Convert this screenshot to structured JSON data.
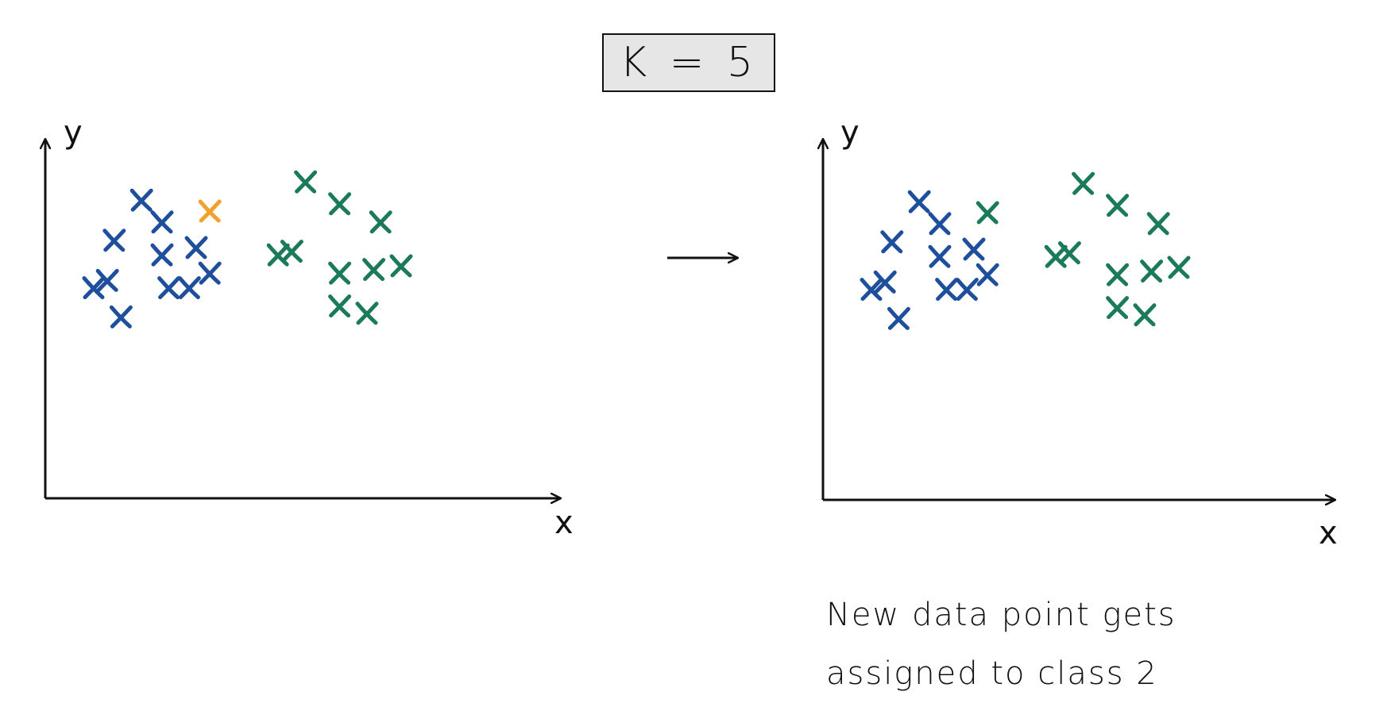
{
  "header": {
    "k_label": "K = 5"
  },
  "colors": {
    "class1": "#1e4f9c",
    "class2": "#1b7a5a",
    "new_point": "#f2a12c",
    "axis": "#111111"
  },
  "panels": {
    "left": {
      "x_label": "x",
      "y_label": "y"
    },
    "right": {
      "x_label": "x",
      "y_label": "y"
    }
  },
  "arrow": {
    "icon": "right-arrow-icon"
  },
  "caption": {
    "line1": "New data point gets",
    "line2": "assigned to class 2"
  },
  "before": {
    "class1": [
      [
        -8,
        73
      ],
      [
        -12,
        62
      ],
      [
        -5,
        58
      ],
      [
        -1,
        49
      ],
      [
        2,
        53
      ],
      [
        0,
        60
      ],
      [
        -4,
        49
      ],
      [
        -11,
        41
      ],
      [
        -13,
        51
      ],
      [
        -5,
        67
      ],
      [
        -15,
        49
      ]
    ],
    "class2": [
      [
        16,
        78
      ],
      [
        21,
        72
      ],
      [
        27,
        67
      ],
      [
        12,
        58
      ],
      [
        14,
        59
      ],
      [
        26,
        54
      ],
      [
        21,
        53
      ],
      [
        25,
        42
      ],
      [
        30,
        55
      ],
      [
        21,
        44
      ]
    ],
    "new_point": [
      [
        2,
        70
      ]
    ]
  },
  "after": {
    "class1": [
      [
        -8,
        73
      ],
      [
        -12,
        62
      ],
      [
        -5,
        58
      ],
      [
        -1,
        49
      ],
      [
        2,
        53
      ],
      [
        0,
        60
      ],
      [
        -4,
        49
      ],
      [
        -11,
        41
      ],
      [
        -13,
        51
      ],
      [
        -5,
        67
      ],
      [
        -15,
        49
      ]
    ],
    "class2": [
      [
        16,
        78
      ],
      [
        21,
        72
      ],
      [
        27,
        67
      ],
      [
        12,
        58
      ],
      [
        14,
        59
      ],
      [
        26,
        54
      ],
      [
        21,
        53
      ],
      [
        25,
        42
      ],
      [
        30,
        55
      ],
      [
        21,
        44
      ],
      [
        2,
        70
      ]
    ],
    "new_point": []
  }
}
